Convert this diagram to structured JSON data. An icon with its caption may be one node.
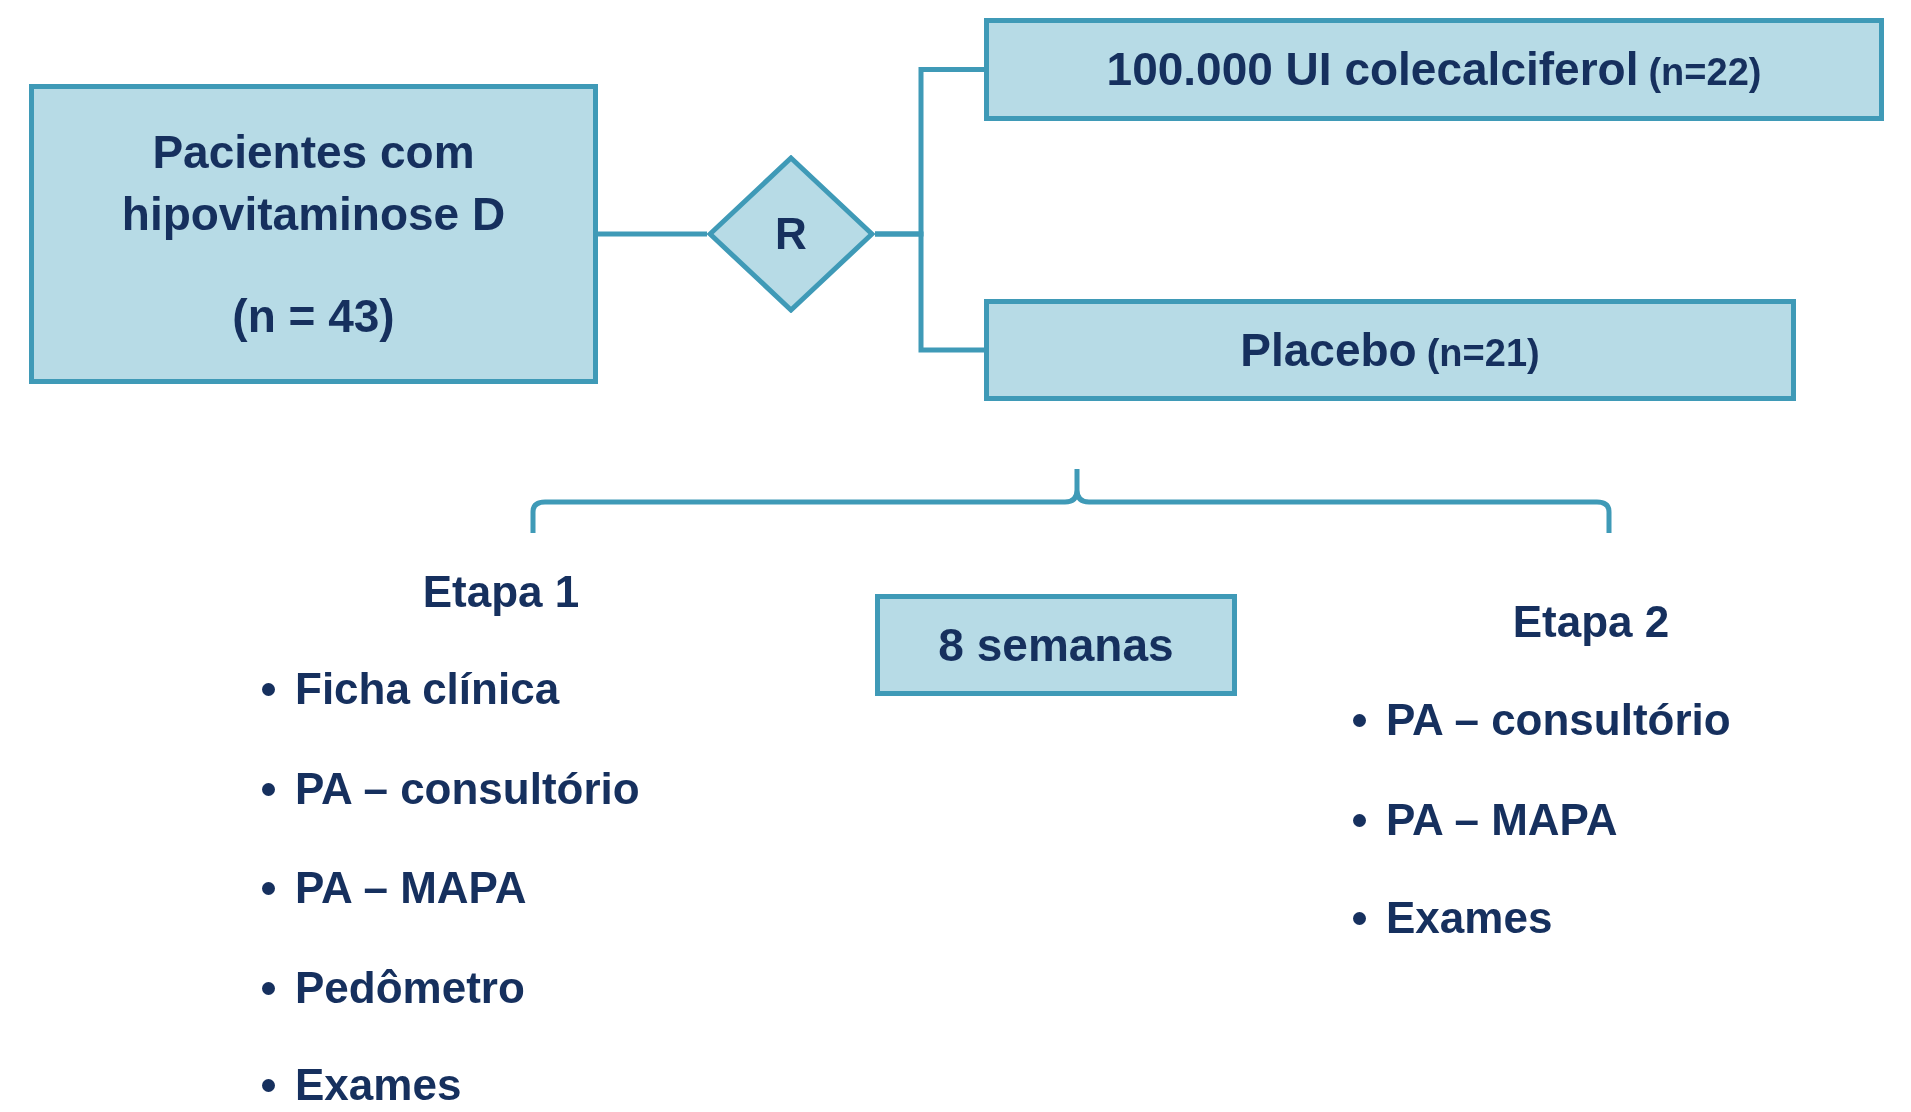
{
  "diagram": {
    "nodes": [
      {
        "text": [
          "Pacientes com hipovitaminose D",
          "(n = 43)"
        ]
      },
      {
        "text": [
          "R"
        ]
      },
      {
        "text": [
          "100.000 UI colecalciferol",
          "(n=22)"
        ]
      },
      {
        "text": [
          "Placebo",
          "(n=21)"
        ]
      },
      {
        "text": [
          "8 semanas"
        ]
      }
    ],
    "edges": [
      {
        "from": 0,
        "to": 1,
        "arrow": "none"
      },
      {
        "from": 1,
        "to": 2,
        "arrow": "none"
      },
      {
        "from": 1,
        "to": 3,
        "arrow": "none"
      }
    ],
    "labels": [
      "Etapa 1",
      "Ficha clínica",
      "PA – consultório",
      "PA – MAPA",
      "Pedômetro",
      "Exames",
      "Etapa 2",
      "PA – consultório",
      "PA – MAPA",
      "Exames"
    ]
  }
}
